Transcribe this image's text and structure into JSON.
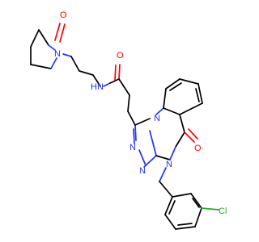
{
  "molecule": {
    "atoms": {
      "O_pyrrolidinone": "O",
      "N_pyrrolidinone": "N",
      "N_amide": "N",
      "H_amide": "H",
      "O_amide": "O",
      "N_triazole_1": "N",
      "N_triazole_2": "N",
      "N_quinazoline": "N",
      "N_fused": "N",
      "O_quinazolinone": "O",
      "Cl": "Cl"
    },
    "colors": {
      "carbon": "#000000",
      "nitrogen": "#2233ff",
      "oxygen": "#ff0000",
      "chlorine": "#22aa22"
    }
  }
}
